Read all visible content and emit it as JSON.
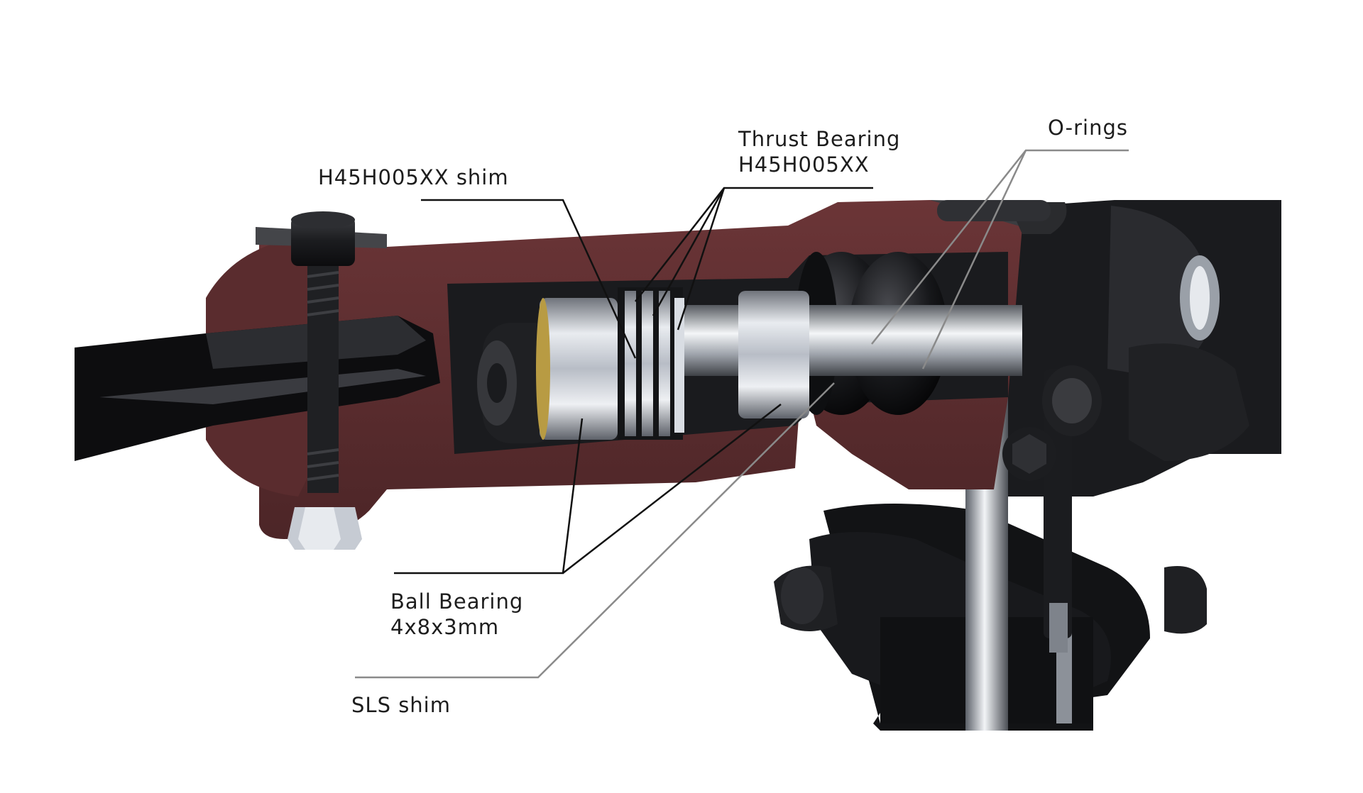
{
  "labels": {
    "shim_top": "H45H005XX shim",
    "thrust_line1": "Thrust Bearing",
    "thrust_line2": "H45H005XX",
    "orings": "O-rings",
    "ball_line1": "Ball Bearing",
    "ball_line2": "4x8x3mm",
    "sls_shim": "SLS shim"
  },
  "colors": {
    "housing_cut": "#5b2c2e",
    "arm_dark": "#141416",
    "metal": "#c9ced6",
    "leader_dark": "#111111",
    "leader_grey": "#8a8a8a"
  }
}
